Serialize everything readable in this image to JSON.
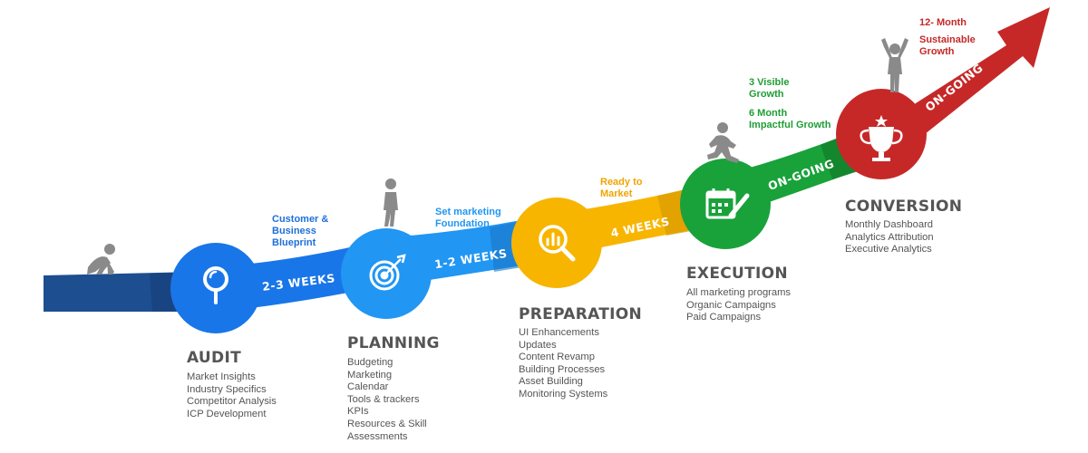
{
  "colors": {
    "start_band": "#1d4e8f",
    "audit": "#1976e8",
    "planning": "#1976e8",
    "planning_to_prep": "#2196f3",
    "preparation": "#f7b500",
    "execution": "#19a23a",
    "conversion": "#c62828",
    "text_gray": "#555555",
    "figure_gray": "#8a8a8a"
  },
  "stages": [
    {
      "title": "AUDIT",
      "icon": "magnifier-icon",
      "items": [
        "Market Insights",
        "Industry Specifics",
        "Competitor Analysis",
        "ICP  Development"
      ]
    },
    {
      "title": "PLANNING",
      "icon": "target-icon",
      "items": [
        "Budgeting",
        "Marketing",
        "Calendar",
        "Tools & trackers",
        "KPIs",
        "Resources & Skill",
        "Assessments"
      ]
    },
    {
      "title": "PREPARATION",
      "icon": "analytics-search-icon",
      "items": [
        "UI Enhancements",
        "Updates",
        "Content Revamp",
        "Building Processes",
        "Asset Building",
        "Monitoring Systems"
      ]
    },
    {
      "title": "EXECUTION",
      "icon": "calendar-icon",
      "items": [
        "All marketing programs",
        "Organic Campaigns",
        "Paid Campaigns"
      ]
    },
    {
      "title": "CONVERSION",
      "icon": "trophy-icon",
      "items": [
        "Monthly Dashboard",
        "Analytics Attribution",
        "Executive  Analytics"
      ]
    }
  ],
  "durations": [
    {
      "label": "2-3 WEEKS"
    },
    {
      "label": "1-2 WEEKS"
    },
    {
      "label": "4 WEEKS"
    },
    {
      "label": "ON-GOING"
    },
    {
      "label": "ON-GOING"
    }
  ],
  "milestones": [
    {
      "lines": [
        "Customer &",
        "Business",
        "Blueprint"
      ],
      "color": "#1e6fd9"
    },
    {
      "lines": [
        "Set marketing",
        "Foundation"
      ],
      "color": "#2196f3"
    },
    {
      "lines": [
        "Ready to",
        "Market"
      ],
      "color": "#f0a500"
    },
    {
      "lines": [
        "3 Visible",
        "Growth"
      ],
      "color": "#1e9e34"
    },
    {
      "lines": [
        "6 Month",
        "Impactful Growth"
      ],
      "color": "#1e9e34"
    },
    {
      "lines": [
        "12- Month"
      ],
      "color": "#c62828"
    },
    {
      "lines": [
        "Sustainable",
        "Growth"
      ],
      "color": "#c62828"
    }
  ]
}
